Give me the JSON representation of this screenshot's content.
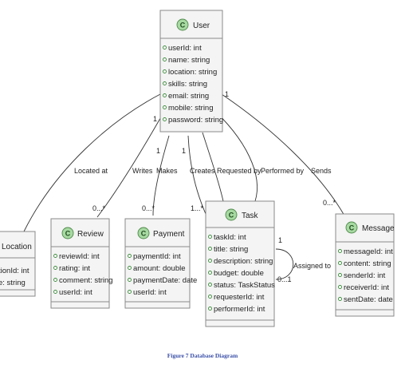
{
  "caption": "Figure 7  Database Diagram",
  "badge_letter": "C",
  "colors": {
    "badge_fill": "#a7d9a2",
    "caption": "#3a4fa8"
  },
  "classes": {
    "user": {
      "name": "User",
      "attributes": [
        "userId: int",
        "name: string",
        "location: string",
        "skills: string",
        "email: string",
        "mobile: string",
        "password: string"
      ]
    },
    "location": {
      "name": "Location",
      "attributes": [
        "tionId: int",
        "e: string"
      ]
    },
    "review": {
      "name": "Review",
      "attributes": [
        "reviewId: int",
        "rating: int",
        "comment: string",
        "userId: int"
      ]
    },
    "payment": {
      "name": "Payment",
      "attributes": [
        "paymentId: int",
        "amount: double",
        "paymentDate: date",
        "userId: int"
      ]
    },
    "task": {
      "name": "Task",
      "attributes": [
        "taskId: int",
        "title: string",
        "description: string",
        "budget: double",
        "status: TaskStatus",
        "requesterId: int",
        "performerId: int"
      ]
    },
    "message": {
      "name": "Message",
      "attributes": [
        "messageId: int",
        "content: string",
        "senderId: int",
        "receiverId: int",
        "sentDate: date"
      ]
    }
  },
  "relations": {
    "located_at": "Located at",
    "writes": "Writes",
    "makes": "Makes",
    "creates": "Creates",
    "requested_by": "Requested by",
    "performed_by": "Performed by",
    "sends": "Sends",
    "assigned_to": "Assigned to"
  },
  "multiplicities": {
    "user_writes": "1",
    "user_makes": "1",
    "user_creates": "1",
    "user_sends": "1",
    "review_many": "0...*",
    "payment_many": "0...*",
    "task_many": "1...*",
    "message_many": "0...*",
    "self_one": "1",
    "self_many": "0...1"
  }
}
